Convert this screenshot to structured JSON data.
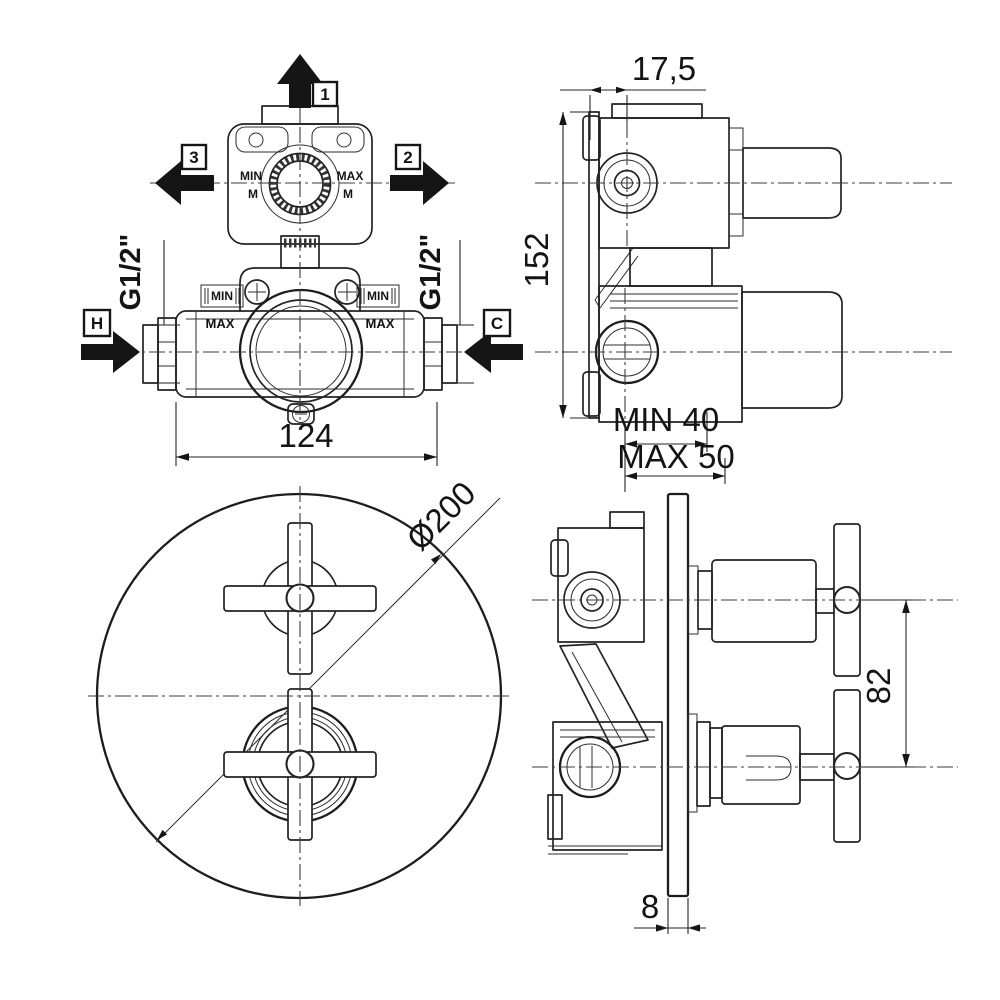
{
  "style": {
    "background": "#ffffff",
    "line_color": "#232323",
    "arrow_fill": "#151515"
  },
  "labels": {
    "front_rough": {
      "outlet1": "1",
      "outlet2": "2",
      "outlet3": "3",
      "hot": "H",
      "cold": "C",
      "thread_left": "G1/2\"",
      "thread_right": "G1/2\"",
      "div_min": "MIN",
      "div_min_sub": "M",
      "div_max": "MAX",
      "div_max_sub": "M",
      "therm_min_left": "MIN",
      "therm_max_left": "MAX",
      "therm_min_right": "MIN",
      "therm_max_right": "MAX",
      "width": "124"
    },
    "side_rough": {
      "offset": "17,5",
      "height": "152",
      "depth_min": "MIN 40",
      "depth_max": "MAX 50"
    },
    "front_trim": {
      "plate_diameter": "Ø200"
    },
    "side_trim": {
      "handle_distance": "82",
      "plate_thickness": "8"
    }
  }
}
